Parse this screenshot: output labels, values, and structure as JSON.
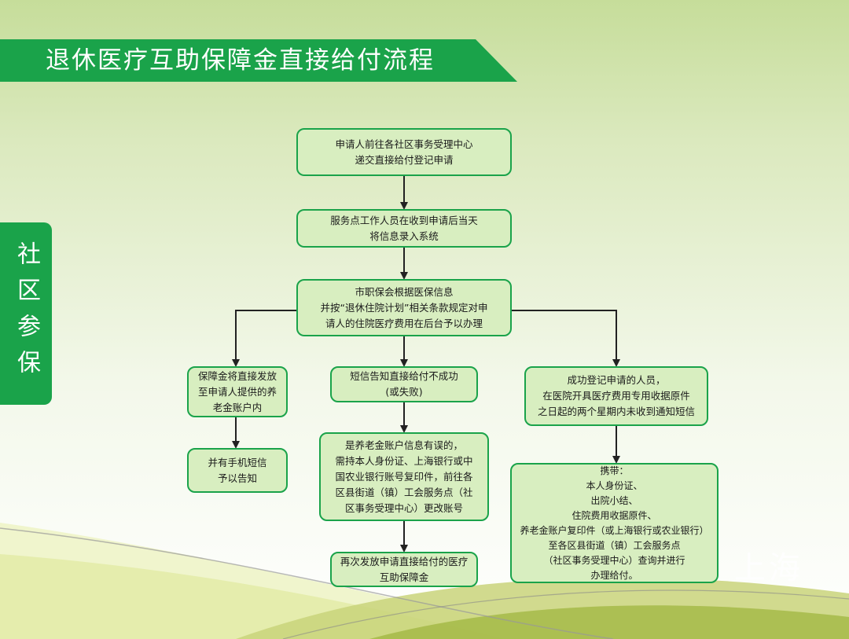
{
  "title": "退休医疗互助保障金直接给付流程",
  "side_tab": "社区参保",
  "nodes": {
    "n1": "申请人前往各社区事务受理中心\n递交直接给付登记申请",
    "n2": "服务点工作人员在收到申请后当天\n将信息录入系统",
    "n3": "市职保会根据医保信息\n并按“退休住院计划”相关条款规定对申\n请人的住院医疗费用在后台予以办理",
    "n4": "保障金将直接发放\n至申请人提供的养\n老金账户内",
    "n5": "并有手机短信\n予以告知",
    "n6": "短信告知直接给付不成功\n(或失败)",
    "n7": "是养老金账户信息有误的，\n需持本人身份证、上海银行或中\n国农业银行账号复印件，前往各\n区县街道（镇）工会服务点（社\n区事务受理中心）更改账号",
    "n8": "再次发放申请直接给付的医疗\n互助保障金",
    "n9": "成功登记申请的人员，\n在医院开具医疗费用专用收据原件\n之日起的两个星期内未收到通知短信",
    "n10": "携带：\n本人身份证、\n出院小结、\n住院费用收据原件、\n养老金账户复印件（或上海银行或农业银行）\n至各区县街道（镇）工会服务点\n（社区事务受理中心）查询并进行\n办理给付。"
  },
  "watermark": "上海",
  "colors": {
    "accent": "#1aa34a",
    "box_fill": "#d8eec0"
  }
}
